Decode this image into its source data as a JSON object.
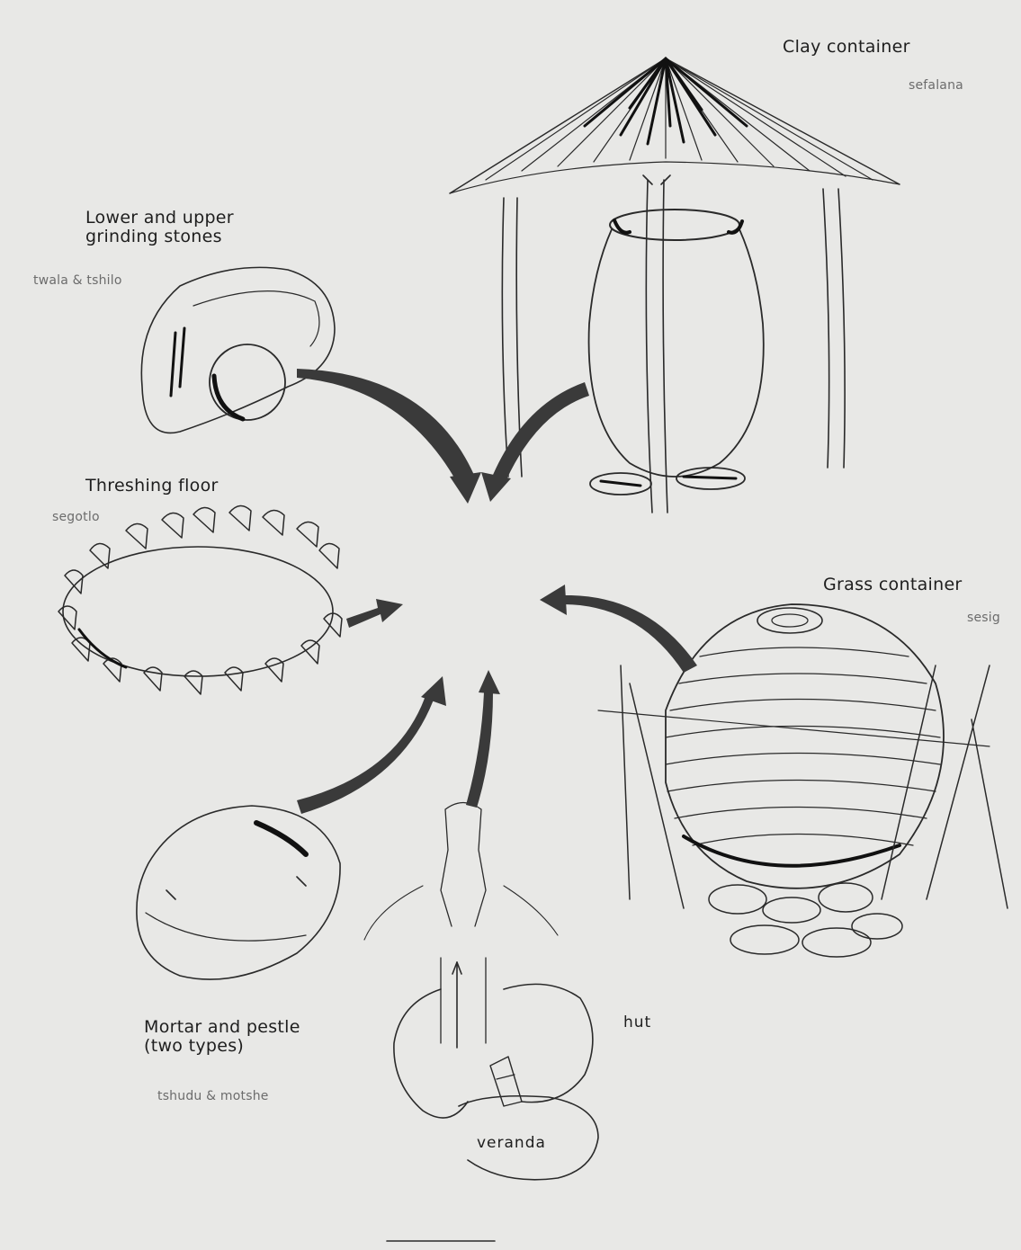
{
  "items": {
    "clay_container": {
      "name": "Clay container",
      "local": "sefalana"
    },
    "grinding_stones": {
      "name": "Lower and upper\ngrinding stones",
      "local": "twala & tshilo"
    },
    "threshing_floor": {
      "name": "Threshing floor",
      "local": "segotlo"
    },
    "grass_container": {
      "name": "Grass container",
      "local": "sesig"
    },
    "mortar_pestle": {
      "name": "Mortar and pestle\n(two types)",
      "local": "tshudu & motshe"
    },
    "hut": {
      "name": "hut"
    },
    "veranda": {
      "name": "veranda"
    }
  },
  "style": {
    "ink": "#2a2a2a",
    "arrow": "#3a3a3a",
    "paper": "#e8e8e6",
    "local_text": "#6c6c6c"
  }
}
